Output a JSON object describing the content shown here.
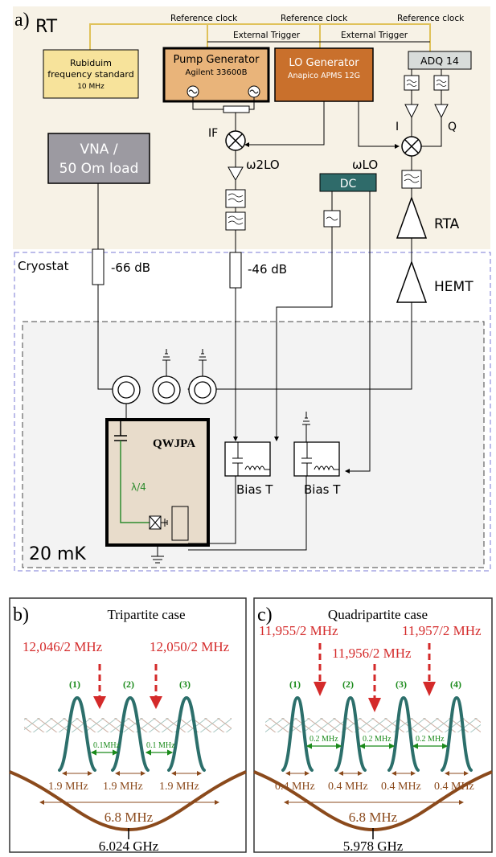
{
  "panel_a": {
    "label": "a)",
    "rt_label": "RT",
    "cryostat_label": "Cryostat",
    "mk_label": "20 mK",
    "ref_clocks": [
      "Reference clock",
      "Reference clock",
      "Reference clock"
    ],
    "ext_triggers": [
      "External Trigger",
      "External Trigger"
    ],
    "rubidium": {
      "line1": "Rubiduim",
      "line2": "frequency standard",
      "line3": "10 MHz"
    },
    "pump": {
      "title": "Pump Generator",
      "model": "Agilent 33600B"
    },
    "lo": {
      "title": "LO Generator",
      "model": "Anapico APMS 12G"
    },
    "adq": "ADQ 14",
    "vna": {
      "line1": "VNA /",
      "line2": "50 Om load"
    },
    "dc": "DC",
    "if_label": "IF",
    "w2lo": "ω2LO",
    "wlo": "ωLO",
    "i_label": "I",
    "q_label": "Q",
    "rta": "RTA",
    "hemt": "HEMT",
    "att1": "-66 dB",
    "att2": "-46 dB",
    "qwjpa": "QWJPA",
    "lambda": "λ/4",
    "bias_t1": "Bias T",
    "bias_t2": "Bias T",
    "colors": {
      "rt_bg": "#f7f2e6",
      "rubidium": "#f7e39b",
      "pump": "#e9b47a",
      "lo": "#c9702c",
      "vna": "#9c9aa1",
      "dc": "#2f6b6a",
      "clock_wire": "#e0c25a",
      "qwjpa_bg": "#e8dccb",
      "dashed": "#7a7ad6",
      "resonator": "#2e8b2e"
    }
  },
  "panel_b": {
    "label": "b)",
    "title": "Tripartite case",
    "pump_freqs": [
      "12,046/2 MHz",
      "12,050/2 MHz"
    ],
    "mode_labels": [
      "(1)",
      "(2)",
      "(3)"
    ],
    "spacings": [
      "0.1MHz",
      "0.1 MHz"
    ],
    "widths": [
      "1.9 MHz",
      "1.9 MHz",
      "1.9 MHz"
    ],
    "bandwidth": "6.8 MHz",
    "center": "6.024 GHz"
  },
  "panel_c": {
    "label": "c)",
    "title": "Quadripartite case",
    "pump_freqs": [
      "11,955/2 MHz",
      "11,956/2 MHz",
      "11,957/2 MHz"
    ],
    "mode_labels": [
      "(1)",
      "(2)",
      "(3)",
      "(4)"
    ],
    "spacings": [
      "0.2 MHz",
      "0.2 MHz",
      "0.2 MHz"
    ],
    "widths": [
      "0.4 MHz",
      "0.4 MHz",
      "0.4 MHz",
      "0.4 MHz"
    ],
    "bandwidth": "6.8 MHz",
    "center": "5.978 GHz"
  },
  "colors": {
    "pump_red": "#d42a2a",
    "mode_teal": "#2c6f6b",
    "mode_green": "#1a8a1a",
    "width_brown": "#8b4a1c",
    "curve_brown": "#8b4a1c"
  }
}
